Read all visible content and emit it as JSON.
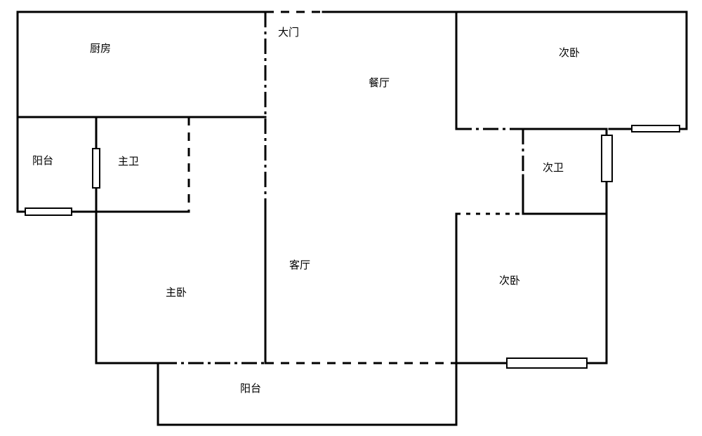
{
  "rooms": {
    "kitchen": "厨房",
    "entrance": "大门",
    "dining": "餐厅",
    "bedroom_ne": "次卧",
    "balcony_w": "阳台",
    "master_bath": "主卫",
    "second_bath": "次卫",
    "living": "客厅",
    "master_bed": "主卧",
    "bedroom_se": "次卧",
    "balcony_s": "阳台"
  }
}
